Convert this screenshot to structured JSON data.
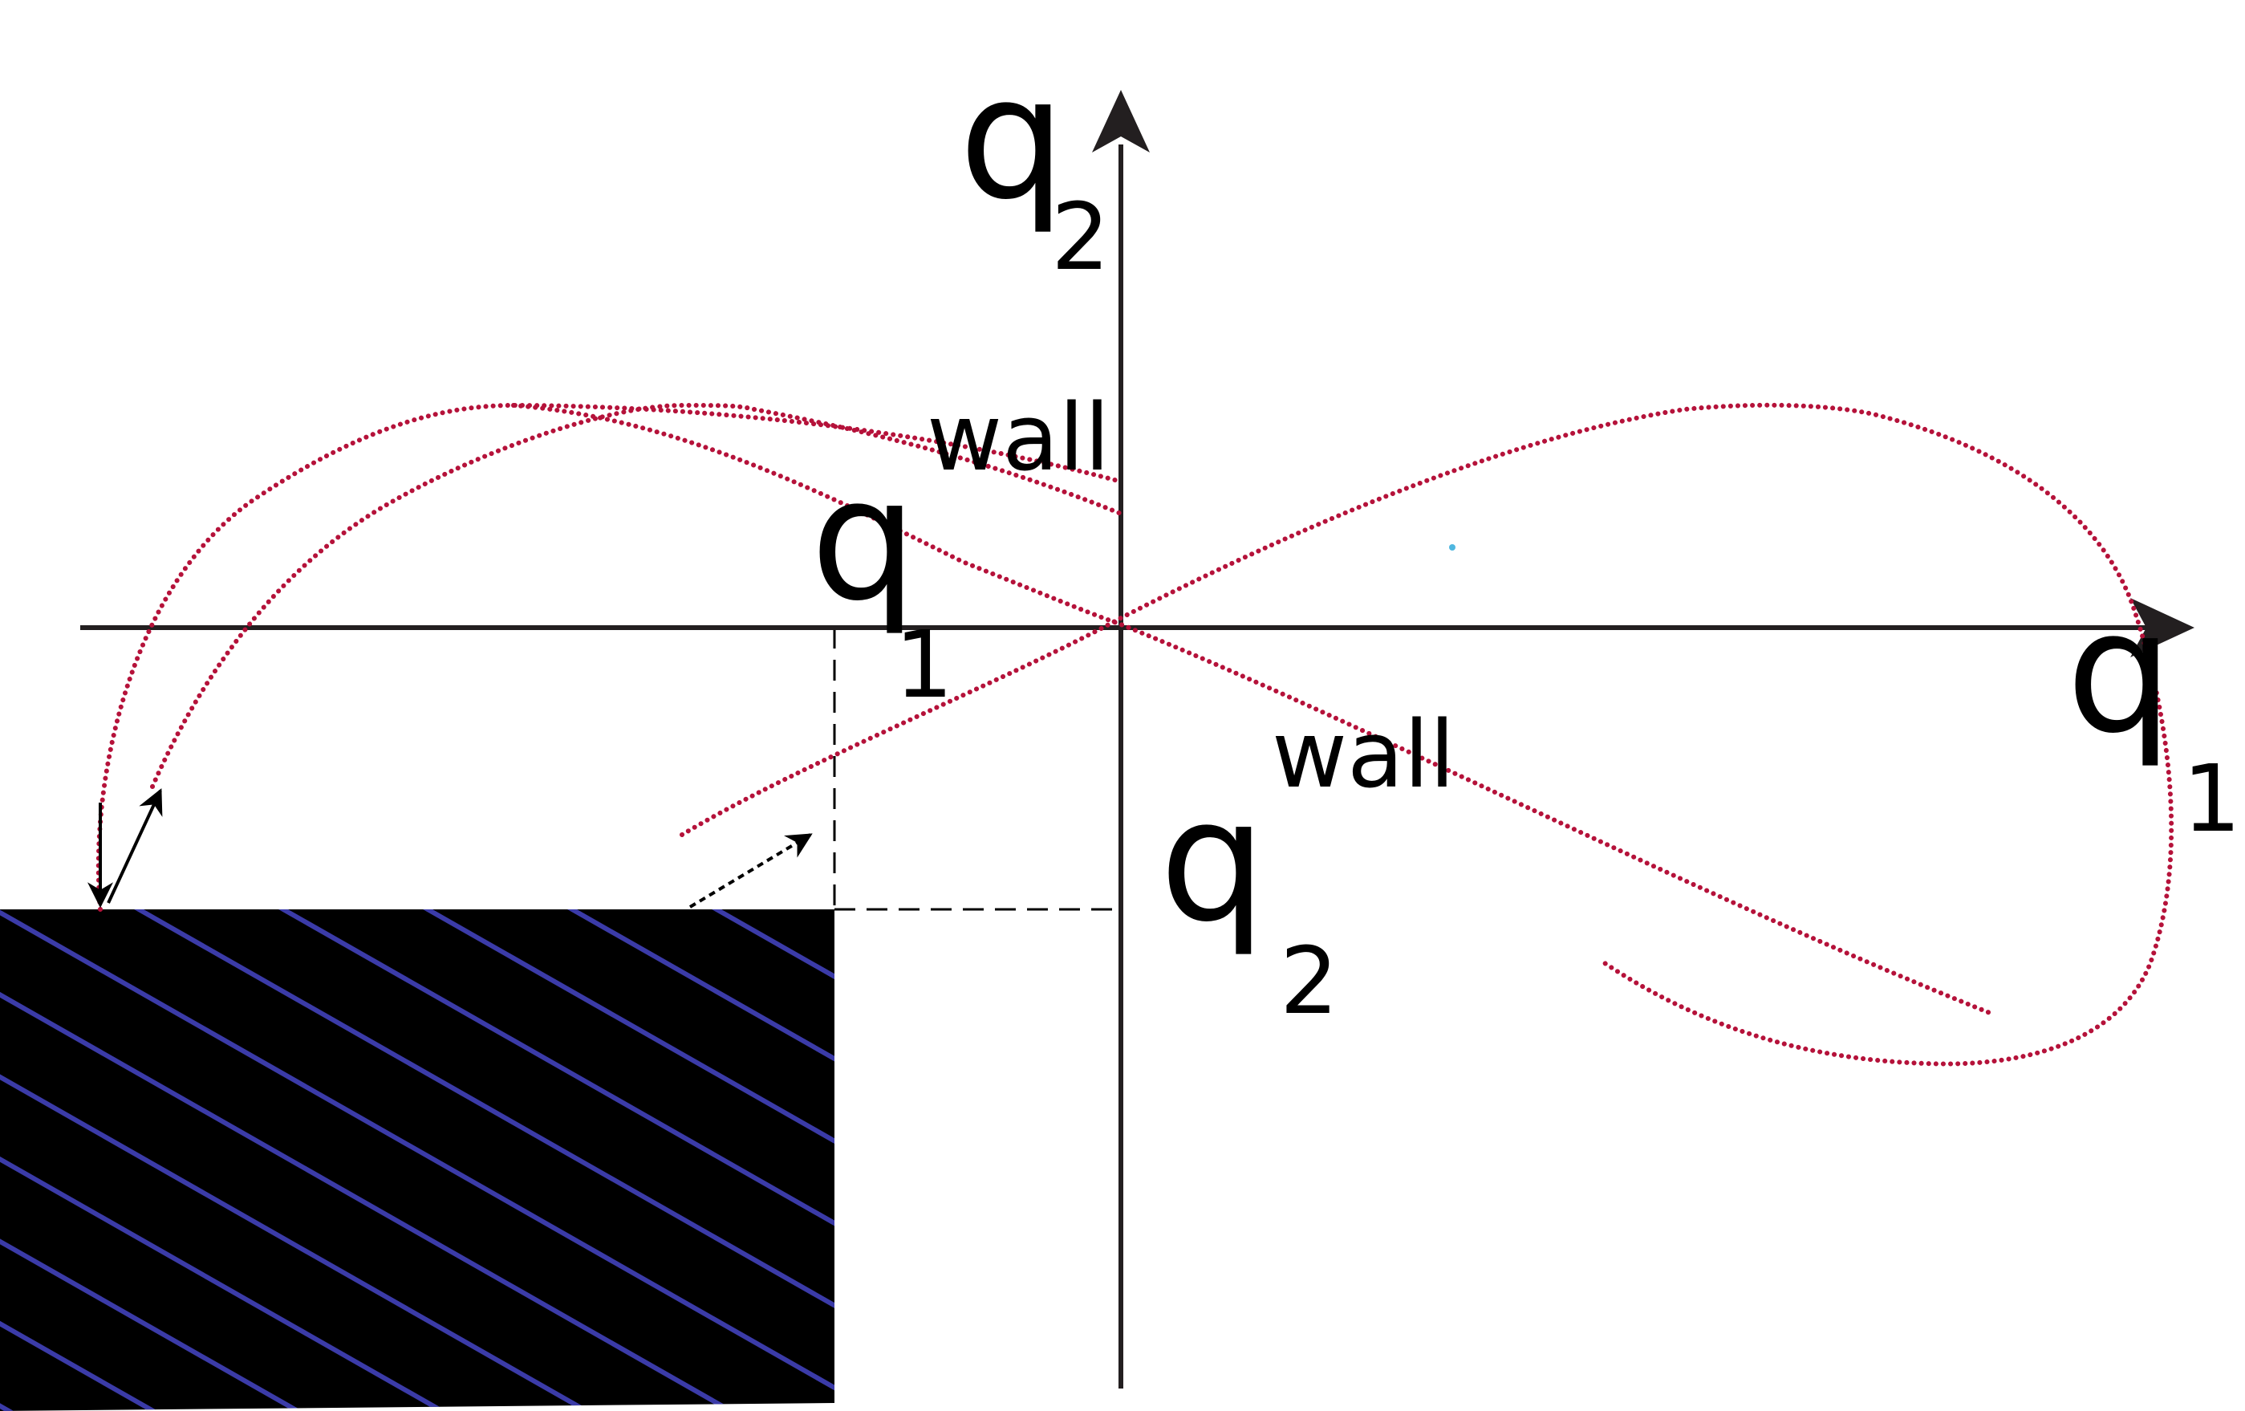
{
  "labels": {
    "axis_q2": {
      "base": "q",
      "sub": "2"
    },
    "axis_q1": {
      "base": "q",
      "sub": "1"
    },
    "q1_wall": {
      "base": "q",
      "sub": "1",
      "sup": "wall"
    },
    "q2_wall": {
      "base": "q",
      "sub": "2",
      "sup": "wall"
    }
  },
  "colors": {
    "axes": "#231f20",
    "trajectory": "#b5123a",
    "wall_fill": "#000000",
    "hatch": "#3b3ba8",
    "stray_dot": "#4fb7e0"
  }
}
